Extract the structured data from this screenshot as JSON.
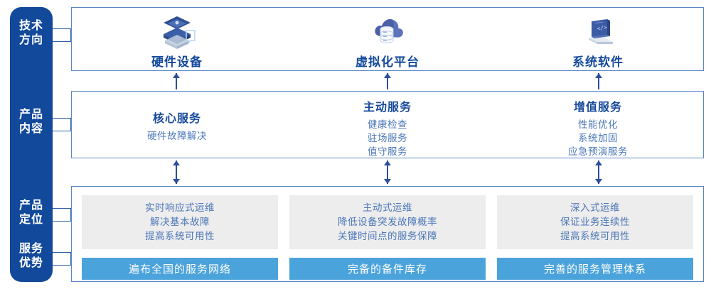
{
  "rail": {
    "labels": [
      {
        "name": "tech-direction",
        "line1": "技术",
        "line2": "方向"
      },
      {
        "name": "product-content",
        "line1": "产品",
        "line2": "内容"
      },
      {
        "name": "product-position",
        "line1": "产品",
        "line2": "定位"
      },
      {
        "name": "service-advantage",
        "line1": "服务",
        "line2": "优势"
      }
    ]
  },
  "tech": {
    "columns": [
      {
        "icon": "server-stack-icon",
        "label": "硬件设备"
      },
      {
        "icon": "cloud-database-icon",
        "label": "虚拟化平台"
      },
      {
        "icon": "laptop-code-icon",
        "label": "系统软件"
      }
    ]
  },
  "content": {
    "columns": [
      {
        "title": "核心服务",
        "items": [
          "硬件故障解决"
        ]
      },
      {
        "title": "主动服务",
        "items": [
          "健康检查",
          "驻场服务",
          "值守服务"
        ]
      },
      {
        "title": "增值服务",
        "items": [
          "性能优化",
          "系统加固",
          "应急预演服务"
        ]
      }
    ]
  },
  "position": {
    "cells": [
      {
        "items": [
          "实时响应式运维",
          "解决基本故障",
          "提高系统可用性"
        ]
      },
      {
        "items": [
          "主动式运维",
          "降低设备突发故障概率",
          "关键时间点的服务保障"
        ]
      },
      {
        "items": [
          "深入式运维",
          "保证业务连续性",
          "提高系统可用性"
        ]
      }
    ]
  },
  "advantage": {
    "cells": [
      {
        "label": "遍布全国的服务网络"
      },
      {
        "label": "完备的备件库存"
      },
      {
        "label": "完善的服务管理体系"
      }
    ]
  },
  "colors": {
    "rail_blue": "#12499B",
    "box_border": "#5A86C4",
    "title_blue": "#17499B",
    "body_blue": "#4A76B8",
    "gray_panel": "#EDEDED",
    "accent_blue": "#4BA3DB",
    "arrow_blue": "#2B4F9B"
  }
}
